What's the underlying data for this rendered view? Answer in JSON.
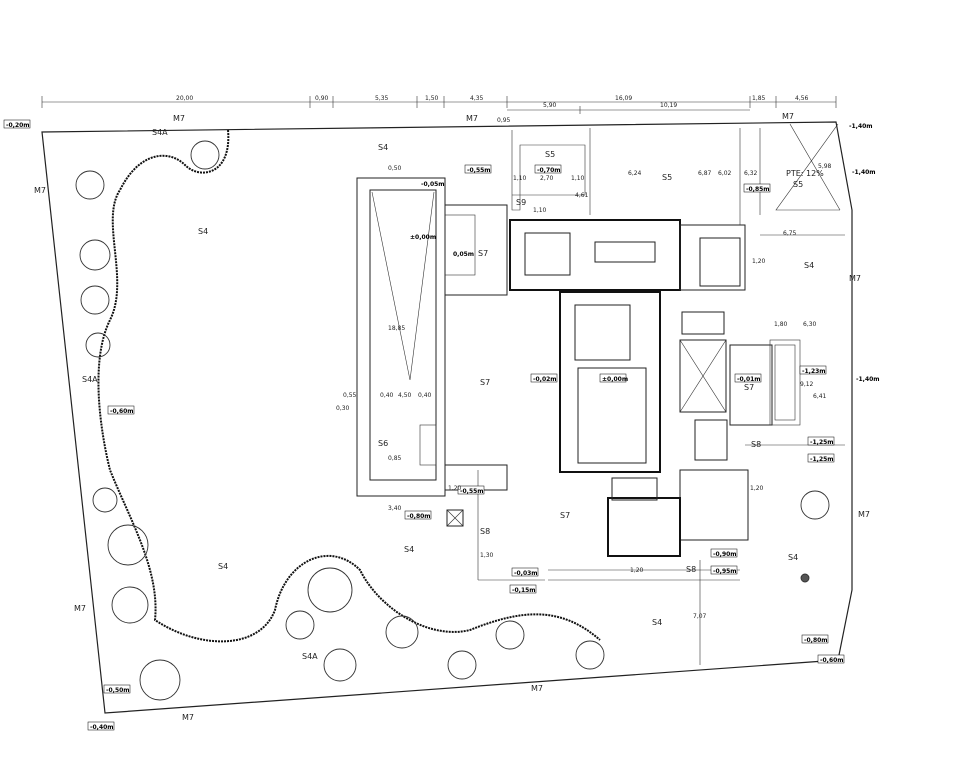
{
  "top_dimensions": [
    "20,00",
    "0,90",
    "5,35",
    "1,50",
    "4,35",
    "16,09",
    "1,85",
    "4,56"
  ],
  "sub_dimensions": [
    "5,90",
    "10,19"
  ],
  "zones": {
    "m7": "M7",
    "s4": "S4",
    "s4a": "S4A",
    "s5": "S5",
    "s6": "S6",
    "s7": "S7",
    "s8": "S8",
    "s9": "S9"
  },
  "levels": {
    "l_020": "-0,20m",
    "l_055": "-0,55m",
    "l_070": "-0,70m",
    "l_005": "-0,05m",
    "l_000_pool": "±0,00m",
    "l_005b": "0,05m",
    "l_085": "-0,85m",
    "l_140a": "-1,40m",
    "l_140b": "-1,40m",
    "l_140c": "-1,40m",
    "l_060": "-0,60m",
    "l_002": "-0,02m",
    "l_000_house": "±0,00m",
    "l_001": "-0,01m",
    "l_123": "-1,23m",
    "l_125a": "-1,25m",
    "l_125b": "-1,25m",
    "l_080": "-0,80m",
    "l_055b": "-0,55m",
    "l_003": "-0,03m",
    "l_015": "-0,15m",
    "l_090": "-0,90m",
    "l_095": "-0,95m",
    "l_080b": "-0,80m",
    "l_060b": "-0,60m",
    "l_050": "-0,50m",
    "l_040": "-0,40m"
  },
  "inner_dims": {
    "d_095": "0,95",
    "d_110a": "1,10",
    "d_270": "2,70",
    "d_110b": "1,10",
    "d_461": "4,61",
    "d_110c": "1,10",
    "d_624": "6,24",
    "d_687": "6,87",
    "d_602": "6,02",
    "d_632": "6,32",
    "d_598": "5,98",
    "d_050": "0,50",
    "d_1885": "18,85",
    "d_055": "0,55",
    "d_030": "0,30",
    "d_040a": "0,40",
    "d_450": "4,50",
    "d_040b": "0,40",
    "d_085": "0,85",
    "d_340": "3,40",
    "d_120a": "1,20",
    "d_130": "1,30",
    "d_675": "6,75",
    "d_120b": "1,20",
    "d_180": "1,80",
    "d_630": "6,30",
    "d_912": "9,12",
    "d_641": "6,41",
    "d_120c": "1,20",
    "d_120d": "1,20",
    "d_707": "7,07"
  },
  "ramp": "PTE: 12%",
  "colors": {
    "line": "#222222",
    "background": "#ffffff"
  }
}
